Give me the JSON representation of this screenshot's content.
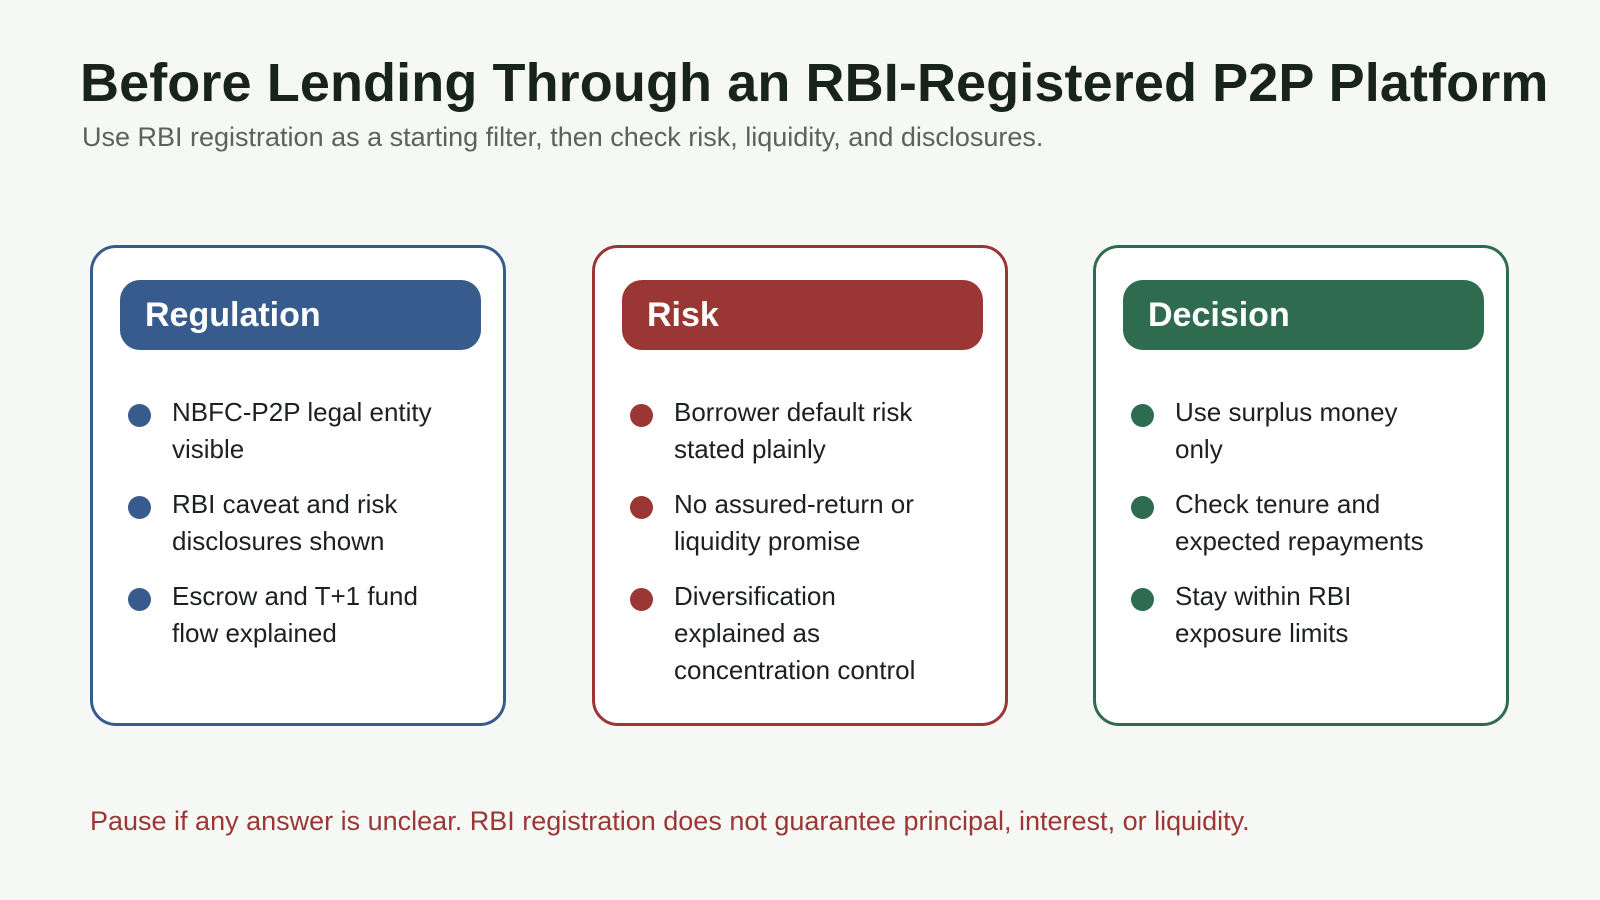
{
  "title": "Before Lending Through an RBI-Registered P2P Platform",
  "subtitle": "Use RBI registration as a starting filter, then check risk, liquidity, and disclosures.",
  "colors": {
    "background": "#f6f8f5",
    "regulation": "#375b8c",
    "risk": "#9a3735",
    "decision": "#2e6b4f"
  },
  "cards": [
    {
      "header": "Regulation",
      "items": [
        "NBFC-P2P legal entity visible",
        "RBI caveat and risk disclosures shown",
        "Escrow and T+1 fund flow explained"
      ]
    },
    {
      "header": "Risk",
      "items": [
        "Borrower default risk stated plainly",
        "No assured-return or liquidity promise",
        "Diversification explained as concentration control"
      ]
    },
    {
      "header": "Decision",
      "items": [
        "Use surplus money only",
        "Check tenure and expected repayments",
        "Stay within RBI exposure limits"
      ]
    }
  ],
  "footer": "Pause if any answer is unclear. RBI registration does not guarantee principal, interest, or liquidity."
}
